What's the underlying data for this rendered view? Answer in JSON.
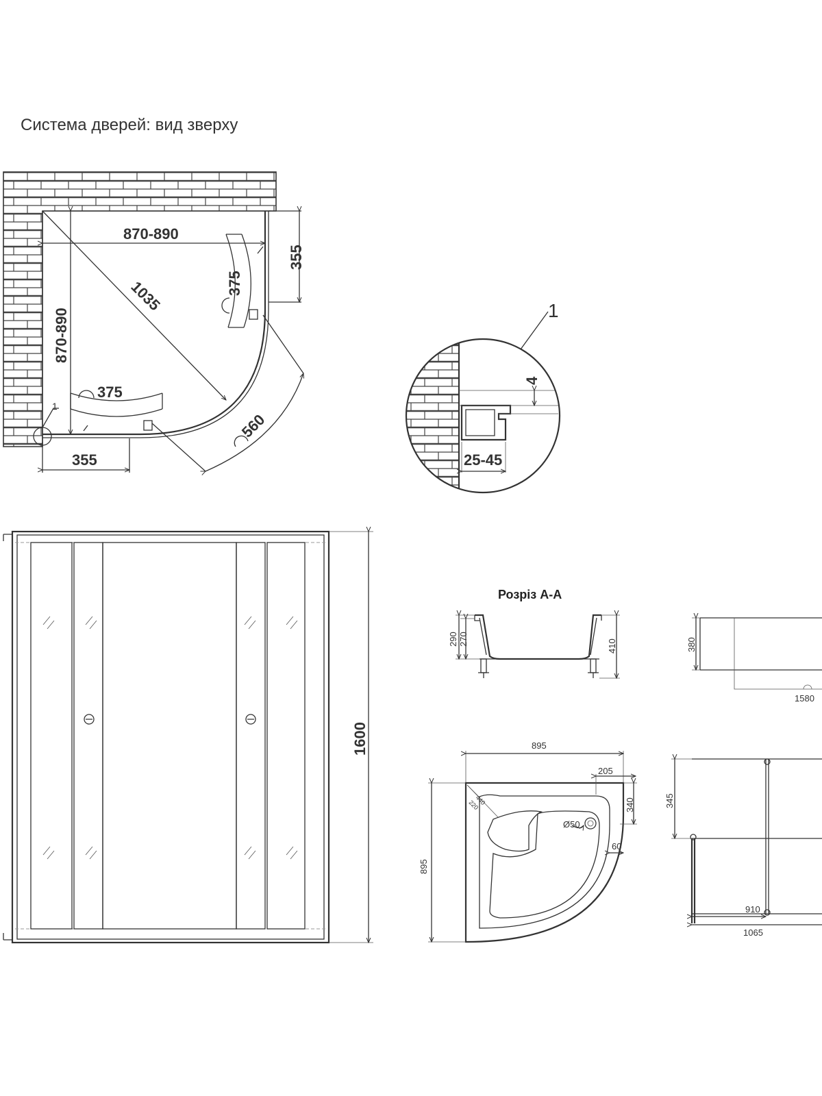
{
  "title": "Система дверей: вид зверху",
  "top_view": {
    "width": "870-890",
    "depth": "870-890",
    "diagonal": "1035",
    "door_top": "375",
    "door_bottom": "375",
    "fixed_right": "355",
    "fixed_bottom": "355",
    "entry": "560",
    "callout": "1"
  },
  "detail": {
    "callout": "1",
    "gap": "4",
    "range": "25-45"
  },
  "front_view": {
    "height": "1600"
  },
  "section": {
    "title": "Розріз А-А",
    "d290": "290",
    "d270": "270",
    "d410": "410"
  },
  "tray_plan": {
    "width": "895",
    "depth": "895",
    "d205": "205",
    "d340": "340",
    "d60": "60",
    "d440": "440",
    "d220": "220",
    "drain": "Ø50"
  },
  "side_view": {
    "d380": "380",
    "d1580": "1580"
  },
  "frame_view": {
    "d345": "345",
    "d910": "910",
    "d1065": "1065"
  }
}
